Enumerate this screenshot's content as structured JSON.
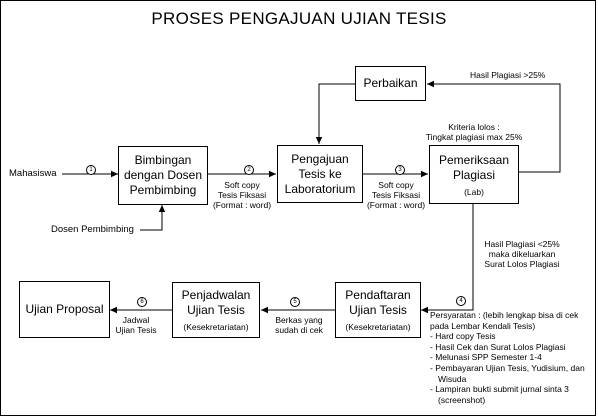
{
  "title": "PROSES PENGAJUAN UJIAN TESIS",
  "boxes": {
    "bimbingan": "Bimbingan dengan Dosen Pembimbing",
    "pengajuan": "Pengajuan Tesis ke Laboratorium",
    "pemeriksaan": "Pemeriksaan Plagiasi",
    "pemeriksaan_sub": "(Lab)",
    "perbaikan": "Perbaikan",
    "pendaftaran": "Pendaftaran Ujian Tesis",
    "pendaftaran_sub": "(Kesekretariatan)",
    "penjadwalan": "Penjadwalan Ujian Tesis",
    "penjadwalan_sub": "(Kesekretariatan)",
    "ujian_proposal": "Ujian Proposal"
  },
  "inputs": {
    "mahasiswa": "Mahasiswa",
    "dosen": "Dosen Pembimbing"
  },
  "steps": [
    "1",
    "2",
    "3",
    "4",
    "5",
    "6"
  ],
  "labels": {
    "softcopy_1": [
      "Soft copy",
      "Tesis Fiksasi",
      "(Format : word)"
    ],
    "softcopy_2": [
      "Soft copy",
      "Tesis Fiksasi",
      "(Format : word)"
    ],
    "hasil_gt": "Hasil Plagiasi >25%",
    "kriteria": [
      "Kriteria lolos :",
      "Tingkat plagiasi max 25%"
    ],
    "hasil_lt": [
      "Hasil Plagiasi <25%",
      "maka dikeluarkan",
      "Surat Lolos Plagiasi"
    ],
    "berkas": [
      "Berkas yang",
      "sudah di cek"
    ],
    "jadwal": [
      "Jadwal",
      "Ujian Tesis"
    ]
  },
  "requirements": {
    "header": [
      "Persyaratan : (lebih lengkap bisa di cek",
      "pada Lembar Kendali Tesis)"
    ],
    "items": [
      "Hard copy Tesis",
      "Hasil Cek dan Surat Lolos Plagiasi",
      "Melunasi SPP Semester 1-4",
      "Pembayaran Ujian Tesis, Yudisium, dan Wisuda",
      "Lampiran bukti submit jurnal sinta 3 (screenshot)"
    ]
  }
}
